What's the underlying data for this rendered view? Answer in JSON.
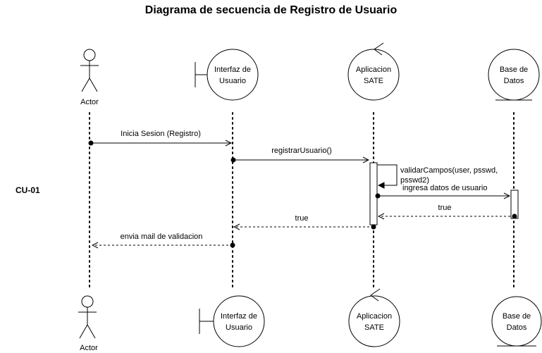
{
  "title": "Diagrama de secuencia de Registro de Usuario",
  "use_case_label": "CU-01",
  "participants": {
    "actor": {
      "label": "Actor",
      "type": "actor"
    },
    "interfaz": {
      "line1": "Interfaz de",
      "line2": "Usuario",
      "type": "boundary"
    },
    "aplicacion": {
      "line1": "Aplicacion",
      "line2": "SATE",
      "type": "control"
    },
    "basedatos": {
      "line1": "Base de",
      "line2": "Datos",
      "type": "entity"
    }
  },
  "messages": {
    "m1": {
      "label": "Inicia Sesion (Registro)",
      "from": "Actor",
      "to": "Interfaz de Usuario",
      "kind": "sync"
    },
    "m2": {
      "label": "registrarUsuario()",
      "from": "Interfaz de Usuario",
      "to": "Aplicacion SATE",
      "kind": "sync"
    },
    "m3": {
      "line1": "validarCampos(user, psswd,",
      "line2": "psswd2)",
      "from": "Aplicacion SATE",
      "to": "Aplicacion SATE",
      "kind": "self"
    },
    "m4": {
      "label": "ingresa datos de usuario",
      "from": "Aplicacion SATE",
      "to": "Base de Datos",
      "kind": "sync"
    },
    "m5": {
      "label": "true",
      "from": "Base de Datos",
      "to": "Aplicacion SATE",
      "kind": "return"
    },
    "m6": {
      "label": "true",
      "from": "Aplicacion SATE",
      "to": "Interfaz de Usuario",
      "kind": "return"
    },
    "m7": {
      "label": "envia mail de validacion",
      "from": "Interfaz de Usuario",
      "to": "Actor",
      "kind": "return"
    }
  }
}
